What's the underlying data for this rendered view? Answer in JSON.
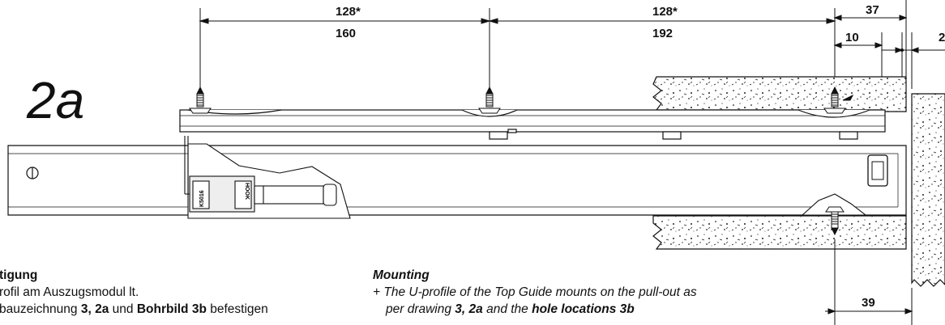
{
  "figure": {
    "label": "2a"
  },
  "dimensions": {
    "span1": {
      "top": "128*",
      "bottom": "160"
    },
    "span2": {
      "top": "128*",
      "bottom": "192"
    },
    "d37": "37",
    "d10": "10",
    "d2": "2",
    "d39": "39"
  },
  "text_de": {
    "heading": "tigung",
    "line1": "rofil am Auszugsmodul lt.",
    "line2_pre": "bauzeichnung ",
    "line2_b1": "3, 2a",
    "line2_mid": " und ",
    "line2_b2": "Bohrbild 3b",
    "line2_post": " befestigen"
  },
  "text_en": {
    "heading": "Mounting",
    "line1": "+ The U-profile of the Top Guide mounts on the pull-out as",
    "line2_pre": "per drawing ",
    "line2_b1": "3, 2a",
    "line2_mid": " and the ",
    "line2_b2": "hole locations 3b"
  },
  "component_markings": {
    "left": "K5016",
    "right": "HOOK"
  }
}
